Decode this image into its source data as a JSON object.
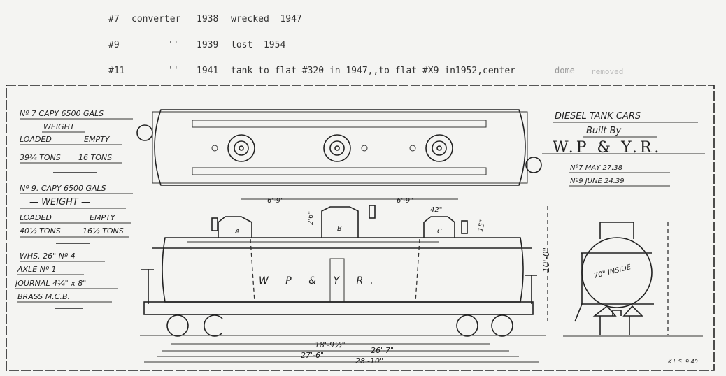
{
  "typed_notes": [
    {
      "car": "#7",
      "type": "converter",
      "year": "1938",
      "note": "wrecked  1947"
    },
    {
      "car": "#9",
      "type": "''",
      "year": "1939",
      "note": "lost  1954"
    },
    {
      "car": "#11",
      "type": "''",
      "year": "1941",
      "note": "tank to flat #320 in 1947,,to flat #X9 in1952,center",
      "note_tail": "dome",
      "note_tail2": "removed"
    }
  ],
  "left_specs": {
    "car7": {
      "capacity": "Nº 7 CAPY 6500 GALS",
      "weight_label": "WEIGHT",
      "loaded_label": "LOADED",
      "empty_label": "EMPTY",
      "loaded": "39¾ TONS",
      "empty": "16 TONS"
    },
    "car9": {
      "capacity": "Nº 9. CAPY 6500 GALS",
      "weight_label": "— WEIGHT —",
      "loaded_label": "LOADED",
      "empty_label": "EMPTY",
      "loaded": "40½ TONS",
      "empty": "16½ TONS"
    },
    "wheels": "WHS. 26\" Nº 4",
    "axle": "AXLE Nº 1",
    "journal": "JOURNAL 4¼\" x 8\"",
    "brass": "BRASS M.C.B."
  },
  "title_block": {
    "title": "DIESEL TANK CARS",
    "built_by": "Built By",
    "builder": "W.P & Y.R.",
    "date7": "Nº7 MAY 27.38",
    "date9": "Nº9 JUNE 24.39"
  },
  "drawing": {
    "domes": [
      "A",
      "B",
      "C"
    ],
    "lettering": "W  P  &  Y  R.",
    "dim_dome_spacing_1": "6'-9\"",
    "dim_dome_spacing_2": "6'-9\"",
    "dim_dome_height": "2'6\"",
    "dim_dome_width": "42\"",
    "dim_15": "15\"",
    "dim_height": "10'-0\"",
    "dim_truck_centers": "18'-9½\"",
    "dim_26_7": "26'-7\"",
    "dim_27_6": "27'-6\"",
    "dim_overall": "28'-10\"",
    "end_view_label": "70\" INSIDE",
    "signature": "K.L.S. 9.40"
  }
}
